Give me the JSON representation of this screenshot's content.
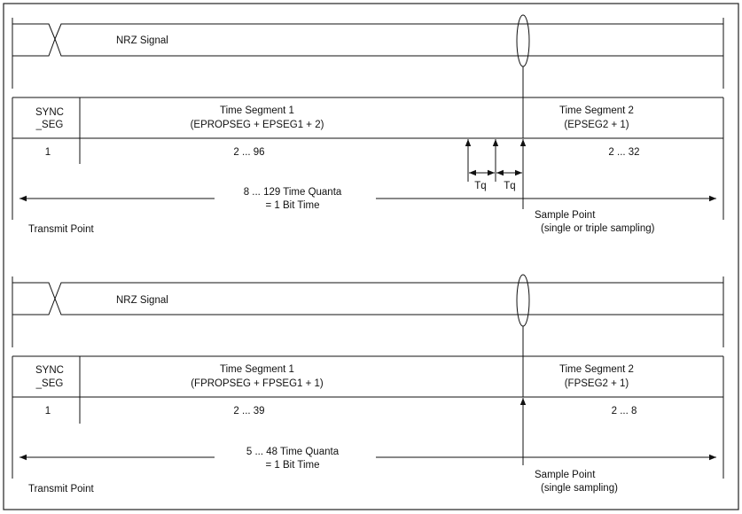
{
  "panels": [
    {
      "nrz_label": "NRZ Signal",
      "sync_label_line1": "SYNC",
      "sync_label_line2": "_SEG",
      "seg1_title": "Time Segment 1",
      "seg1_formula": "(EPROPSEG + EPSEG1 + 2)",
      "seg2_title": "Time Segment 2",
      "seg2_formula": "(EPSEG2 + 1)",
      "sync_value": "1",
      "seg1_range": "2 ... 96",
      "seg2_range": "2 ... 32",
      "quanta_line1": "8 ... 129 Time Quanta",
      "quanta_line2": "= 1 Bit Time",
      "transmit_label": "Transmit Point",
      "sample_label_line1": "Sample Point",
      "sample_label_line2": "(single or triple sampling)",
      "tq_labels": [
        "Tq",
        "Tq"
      ]
    },
    {
      "nrz_label": "NRZ Signal",
      "sync_label_line1": "SYNC",
      "sync_label_line2": "_SEG",
      "seg1_title": "Time Segment 1",
      "seg1_formula": "(FPROPSEG + FPSEG1 + 1)",
      "seg2_title": "Time Segment 2",
      "seg2_formula": "(FPSEG2 + 1)",
      "sync_value": "1",
      "seg1_range": "2 ... 39",
      "seg2_range": "2 ... 8",
      "quanta_line1": "5 ... 48 Time Quanta",
      "quanta_line2": "= 1 Bit Time",
      "transmit_label": "Transmit Point",
      "sample_label_line1": "Sample Point",
      "sample_label_line2": "(single sampling)",
      "tq_labels": []
    }
  ]
}
